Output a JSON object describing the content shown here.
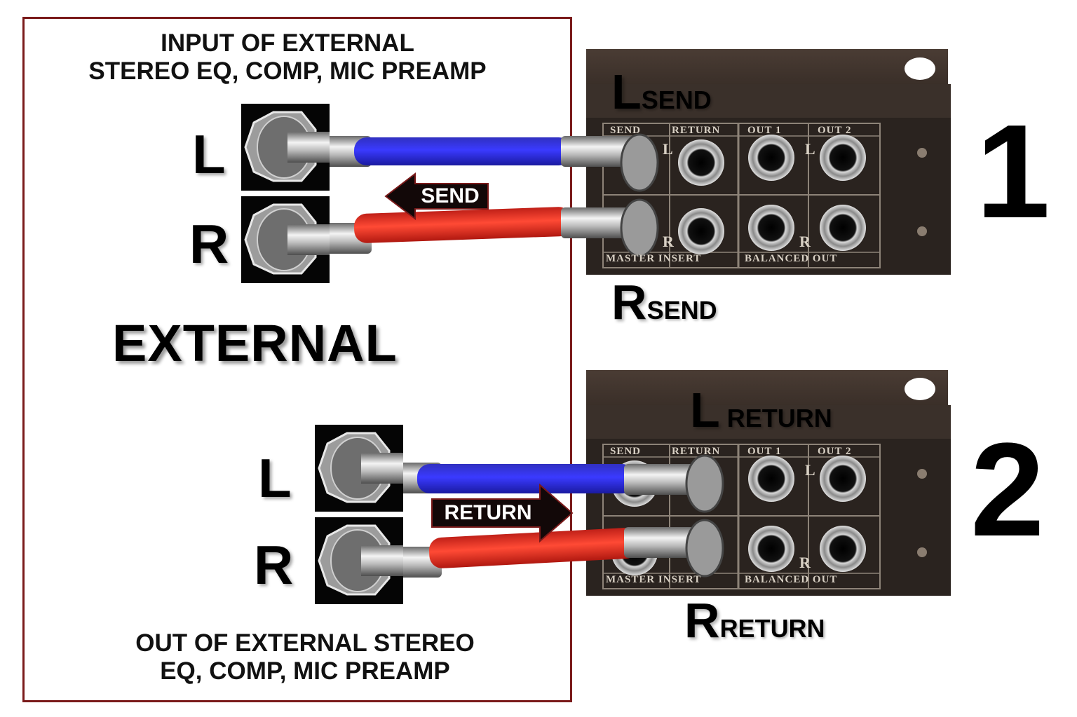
{
  "external_box": {
    "top_caption_line1": "INPUT OF EXTERNAL",
    "top_caption_line2": "STEREO EQ, COMP, MIC PREAMP",
    "title": "EXTERNAL",
    "bottom_caption_line1": "OUT OF EXTERNAL STEREO",
    "bottom_caption_line2": "EQ, COMP, MIC PREAMP",
    "send_left": "L",
    "send_right": "R",
    "return_left": "L",
    "return_right": "R"
  },
  "arrows": {
    "send": "SEND",
    "return": "RETURN"
  },
  "step1": {
    "number": "1",
    "left_letter": "L",
    "left_sub": "SEND",
    "right_letter": "R",
    "right_sub": "SEND"
  },
  "step2": {
    "number": "2",
    "left_letter": "L",
    "left_sub": "RETURN",
    "right_letter": "R",
    "right_sub": "RETURN"
  },
  "panel_labels": {
    "send": "SEND",
    "return": "RETURN",
    "out1": "OUT 1",
    "out2": "OUT 2",
    "master_insert": "MASTER INSERT",
    "balanced_out": "BALANCED OUT",
    "l": "L",
    "r": "R"
  },
  "colors": {
    "frame": "#7a1a1a",
    "left_cable": "#2a2aff",
    "right_cable": "#ff3b2a",
    "panel": "#2a2420",
    "arrow": "#120808"
  }
}
